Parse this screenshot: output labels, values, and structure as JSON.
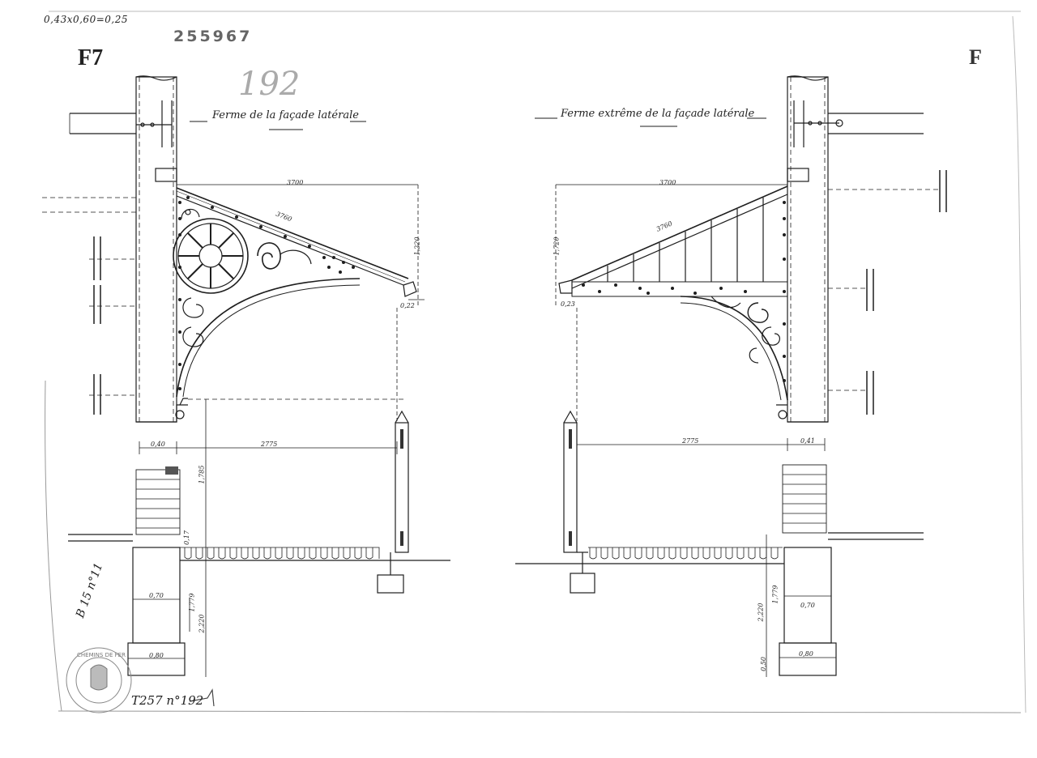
{
  "sheet": {
    "formula": "0,43x0,60=0,25",
    "archive_number": "255967",
    "plate_left": "F7",
    "plate_right": "F",
    "sheet_number": "192",
    "title_left": "Ferme de la façade latérale",
    "title_right": "Ferme extrême de la façade latérale",
    "catalog_reference": "T257 n°192",
    "margin_note": "B 15 n°11",
    "stamp": "CHEMINS DE FER"
  },
  "dimensions": {
    "left": {
      "roof_span": "3700",
      "rafter": "3760",
      "platform_width": "2775",
      "column_gap": "0,40",
      "base_width": "0,70",
      "plinth_width": "0,80",
      "height_upper": "1,785",
      "height_lower": "2,220",
      "base_height": "1,779",
      "eave": "0,22",
      "rise": "1,220",
      "elevation": "0,17"
    },
    "right": {
      "roof_span": "3700",
      "rafter": "3760",
      "platform_width": "2775",
      "column_gap": "0,41",
      "base_width": "0,70",
      "plinth_width": "0,80",
      "height_lower": "2,220",
      "base_height": "1,779",
      "eave": "0,23",
      "rise": "1,720",
      "side": "0,50"
    }
  },
  "colors": {
    "ink": "#1e1e1e",
    "faint": "#8a8a8a",
    "paper": "#ffffff"
  }
}
